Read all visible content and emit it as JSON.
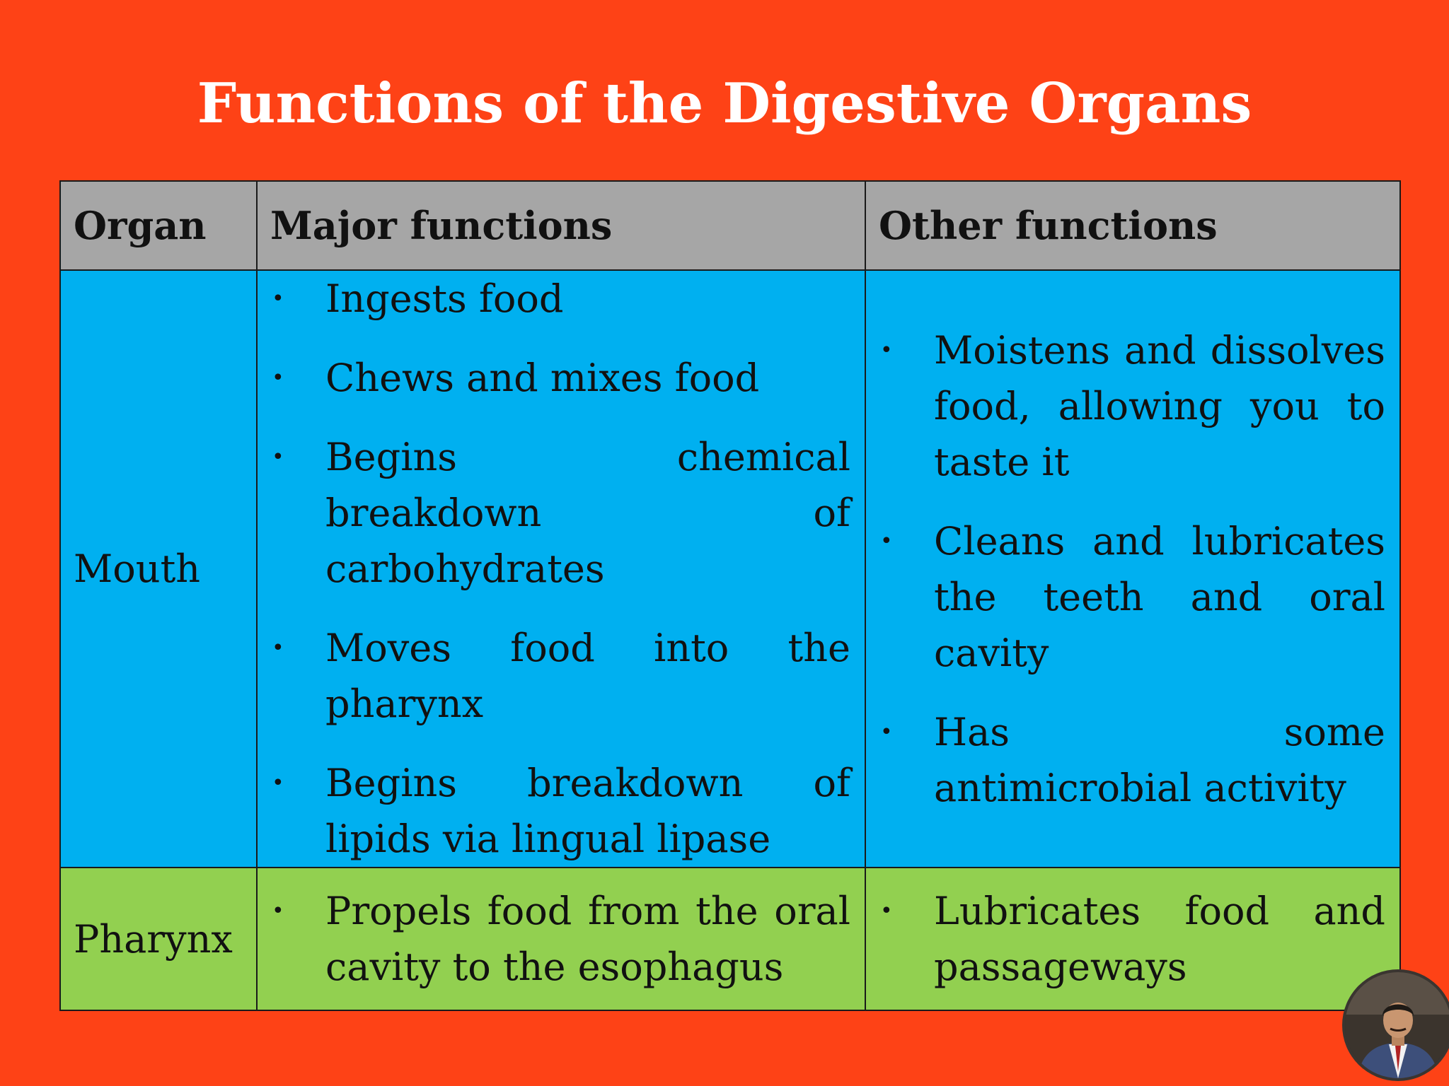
{
  "slide": {
    "title": "Functions of the Digestive Organs"
  },
  "table": {
    "headers": {
      "organ": "Organ",
      "major": "Major functions",
      "other": "Other functions"
    },
    "rows": [
      {
        "organ": "Mouth",
        "major": [
          "Ingests food",
          "Chews and mixes food",
          "Begins chemical breakdown of carbohydrates",
          "Moves food into the pharynx",
          "Begins breakdown of lipids via lingual lipase"
        ],
        "other": [
          "Moistens and dissolves food, allowing you to taste it",
          "Cleans and lubricates the teeth and oral cavity",
          "Has some antimicrobial activity"
        ]
      },
      {
        "organ": "Pharynx",
        "major": [
          "Propels food from the oral cavity to the esophagus"
        ],
        "other": [
          "Lubricates food and passageways"
        ]
      }
    ]
  },
  "bullet_glyph": "•",
  "colors": {
    "background": "#fe4216",
    "header_row": "#a6a6a6",
    "mouth_row": "#00b0f0",
    "pharynx_row": "#92d050"
  }
}
